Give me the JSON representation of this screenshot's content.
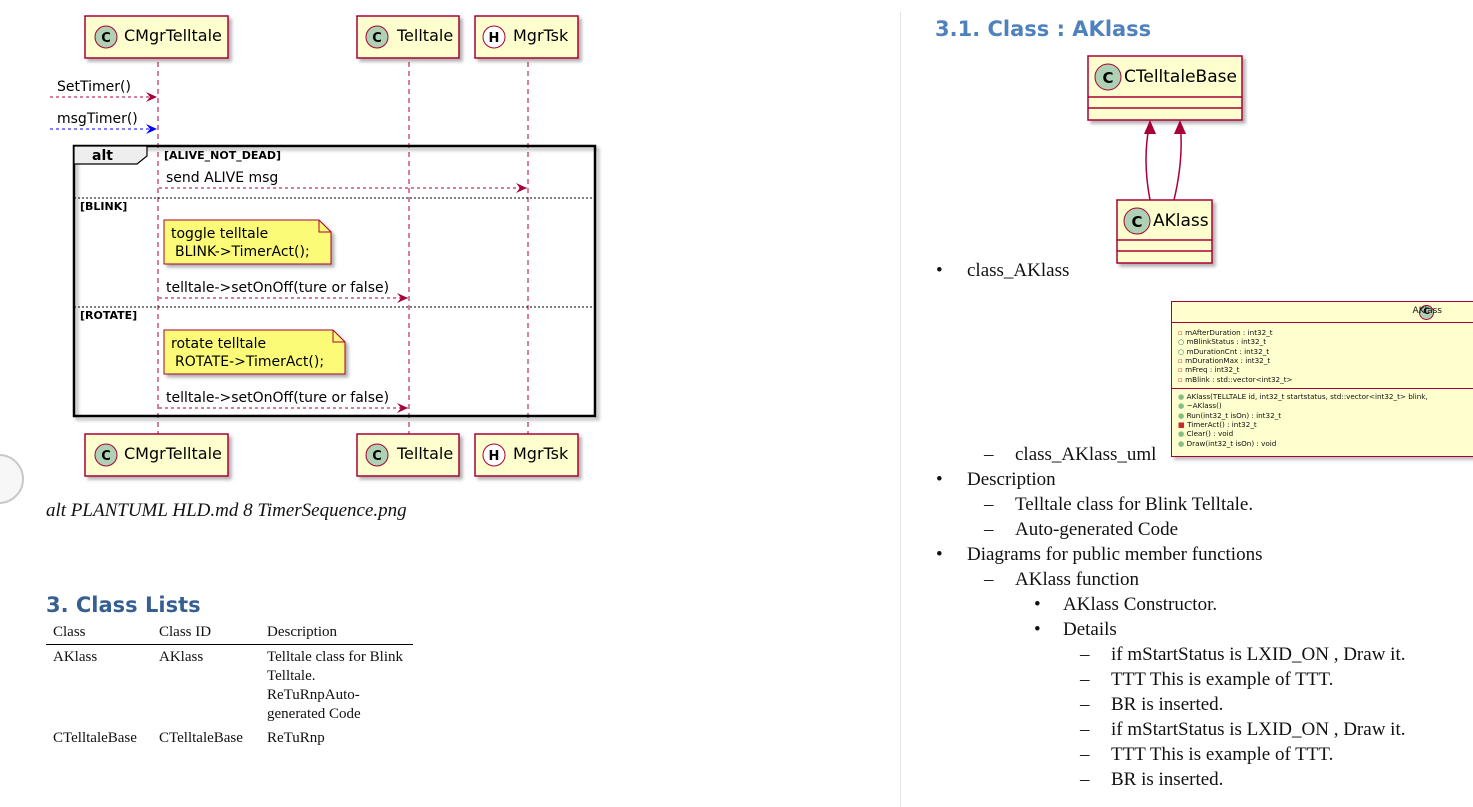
{
  "sequence_diagram": {
    "participants_top": [
      "CMgrTelltale",
      "Telltale",
      "MgrTsk"
    ],
    "participants_bottom": [
      "CMgrTelltale",
      "Telltale",
      "MgrTsk"
    ],
    "participant_icons": [
      "C",
      "C",
      "H"
    ],
    "messages": {
      "set_timer": "SetTimer()",
      "msg_timer": "msgTimer()",
      "send_alive": "send ALIVE msg",
      "set_on_off_1": "telltale->setOnOff(ture or false)",
      "set_on_off_2": "telltale->setOnOff(ture or false)"
    },
    "alt": {
      "label": "alt",
      "guard_1": "[ALIVE_NOT_DEAD]",
      "guard_2": "[BLINK]",
      "guard_3": "[ROTATE]"
    },
    "notes": {
      "note_1_line1": "toggle telltale",
      "note_1_line2": "BLINK->TimerAct();",
      "note_2_line1": "rotate telltale",
      "note_2_line2": "ROTATE->TimerAct();"
    },
    "colors": {
      "arrow": "#a80036",
      "blue_arrow": "#0000ff",
      "participant_fill": "#fefece",
      "note_fill": "#fbfb77"
    }
  },
  "caption": "alt PLANTUML HLD.md 8 TimerSequence.png",
  "class_lists": {
    "heading": "3. Class Lists",
    "columns": [
      "Class",
      "Class ID",
      "Description"
    ],
    "rows": [
      {
        "class": "AKlass",
        "class_id": "AKlass",
        "description": "Telltale class for Blink Telltale. ReTuRnpAuto-generated Code"
      },
      {
        "class": "CTelltaleBase",
        "class_id": "CTelltaleBase",
        "description": "ReTuRnp"
      }
    ]
  },
  "class_section": {
    "heading": "3.1. Class : AKlass",
    "class_diagram": {
      "base": "CTelltaleBase",
      "derived": "AKlass",
      "icon": "C"
    },
    "bullet_class": "class_AKlass",
    "sub_uml": "class_AKlass_uml",
    "uml": {
      "title": "AKlass",
      "icon": "C",
      "attributes": [
        "mAfterDuration : int32_t",
        "mBlinkStatus : int32_t",
        "mDurationCnt : int32_t",
        "mDurationMax : int32_t",
        "mFreq : int32_t",
        "mBlink : std::vector<int32_t>"
      ],
      "methods": [
        "AKlass(TELLTALE id, int32_t startstatus, std::vector<int32_t> blink,",
        "~AKlass()",
        "Run(int32_t isOn) : int32_t",
        "TimerAct() : int32_t",
        "Clear() : void",
        "Draw(int32_t isOn) : void"
      ]
    },
    "description_label": "Description",
    "description_items": [
      "Telltale class for Blink Telltale.",
      "Auto-generated Code"
    ],
    "diagrams_label": "Diagrams for public member functions",
    "function_label": "AKlass function",
    "constructor_label": "AKlass Constructor.",
    "details_label": "Details",
    "details_items": [
      "if mStartStatus is LXID_ON , Draw it.",
      "TTT This is example of TTT.",
      "BR is inserted.",
      "if mStartStatus is LXID_ON , Draw it.",
      "TTT This is example of TTT.",
      "BR is inserted."
    ]
  }
}
